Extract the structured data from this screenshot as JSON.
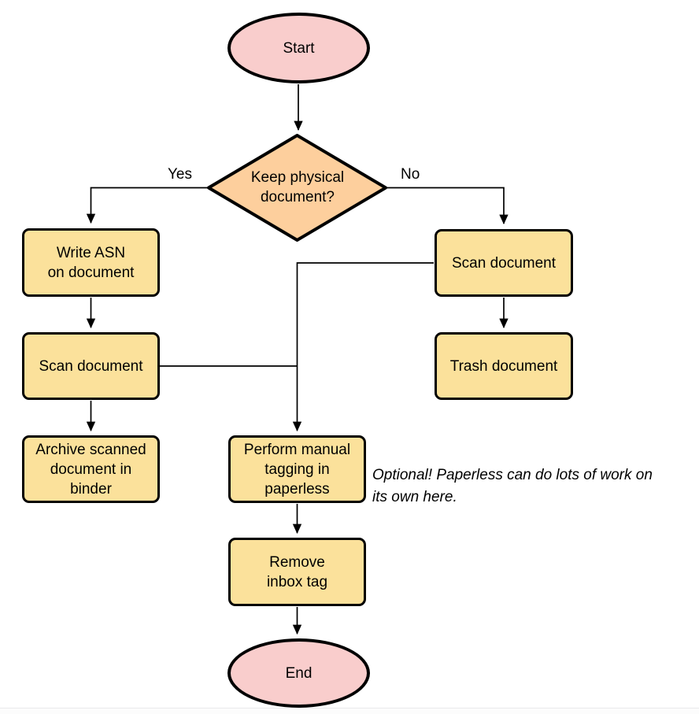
{
  "flowchart": {
    "nodes": {
      "start": {
        "label": "Start",
        "type": "terminator"
      },
      "decision": {
        "label": "Keep physical\ndocument?",
        "type": "decision"
      },
      "write_asn": {
        "label": "Write ASN\non document",
        "type": "process"
      },
      "scan_left": {
        "label": "Scan document",
        "type": "process"
      },
      "archive": {
        "label": "Archive scanned\ndocument in\nbinder",
        "type": "process"
      },
      "scan_right": {
        "label": "Scan document",
        "type": "process"
      },
      "trash": {
        "label": "Trash document",
        "type": "process"
      },
      "perform_tagging": {
        "label": "Perform manual\ntagging in\npaperless",
        "type": "process"
      },
      "remove_inbox": {
        "label": "Remove\ninbox tag",
        "type": "process"
      },
      "end": {
        "label": "End",
        "type": "terminator"
      }
    },
    "edge_labels": {
      "yes": "Yes",
      "no": "No"
    },
    "annotation": "Optional! Paperless can do lots of work on\nits own here.",
    "colors": {
      "terminator_fill": "#f9cdcc",
      "decision_fill": "#fdcf9d",
      "process_fill": "#fbe19b",
      "stroke": "#000000",
      "connector": "#000000"
    }
  }
}
